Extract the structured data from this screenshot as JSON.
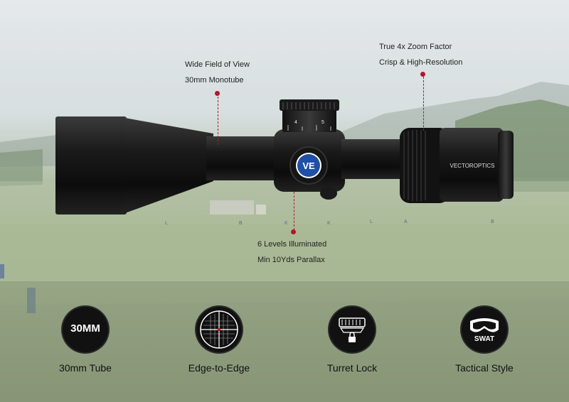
{
  "annotations": {
    "field_of_view": "Wide Field of View",
    "monotube": "30mm Monotube",
    "zoom_factor": "True 4x Zoom Factor",
    "resolution": "Crisp & High-Resolution",
    "illumination": "6 Levels Illuminated",
    "parallax": "Min 10Yds Parallax"
  },
  "scope": {
    "brand": "VECTOROPTICS",
    "logo": "VE",
    "turret_marks": [
      "4",
      "5"
    ],
    "target_letters": [
      "L",
      "B",
      "K",
      "K",
      "L",
      "A",
      "B"
    ]
  },
  "features": [
    {
      "label": "30mm Tube",
      "badge_text": "30MM",
      "icon": "tube-size-icon"
    },
    {
      "label": "Edge-to-Edge",
      "icon": "reticle-icon"
    },
    {
      "label": "Turret Lock",
      "icon": "turret-lock-icon"
    },
    {
      "label": "Tactical Style",
      "badge_text": "SWAT",
      "icon": "goggles-icon"
    }
  ],
  "colors": {
    "accent": "#b0182a",
    "badge": "#111111"
  }
}
